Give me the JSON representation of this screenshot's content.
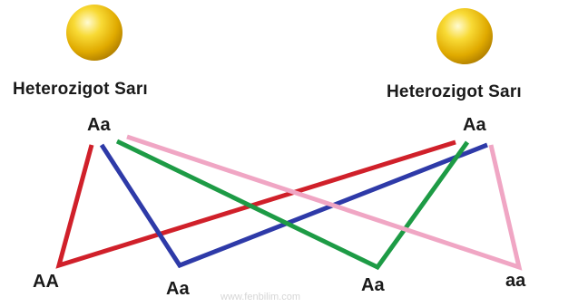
{
  "parents": [
    {
      "title": "Heterozigot Sarı",
      "genotype": "Aa",
      "pea_color": "#f2c200"
    },
    {
      "title": "Heterozigot Sarı",
      "genotype": "Aa",
      "pea_color": "#f2c200"
    }
  ],
  "offspring": [
    {
      "genotype": "AA"
    },
    {
      "genotype": "Aa"
    },
    {
      "genotype": "Aa"
    },
    {
      "genotype": "aa"
    }
  ],
  "line_colors": {
    "red": "#d0202a",
    "blue": "#2e3aa8",
    "green": "#1d9b45",
    "pink": "#f0a6c4"
  },
  "watermark": "www.fenbilim.com"
}
